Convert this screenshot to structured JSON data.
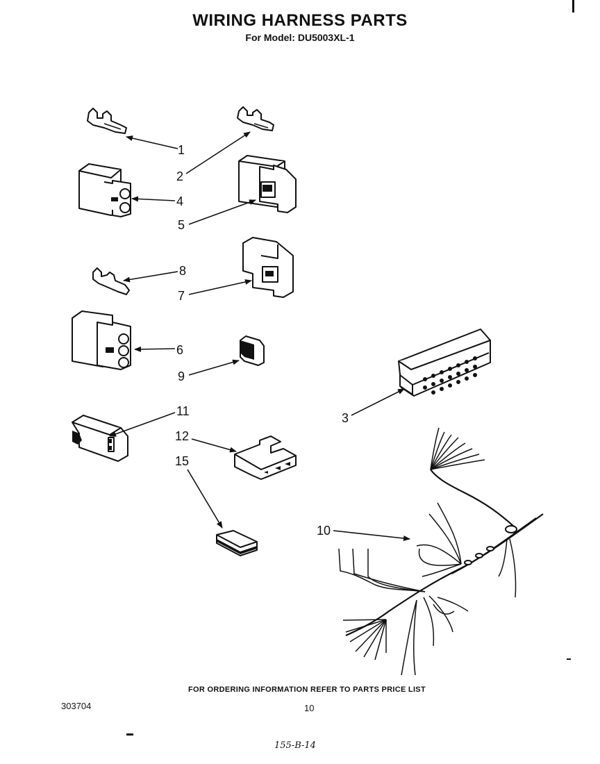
{
  "header": {
    "title": "WIRING HARNESS PARTS",
    "model": "For Model: DU5003XL-1"
  },
  "callouts": {
    "c1": "1",
    "c2": "2",
    "c3": "3",
    "c4": "4",
    "c5": "5",
    "c6": "6",
    "c7": "7",
    "c8": "8",
    "c9": "9",
    "c10": "10",
    "c11": "11",
    "c12": "12",
    "c15": "15"
  },
  "footer": {
    "ordering_note": "FOR ORDERING INFORMATION REFER TO PARTS PRICE LIST",
    "doc_number": "303704",
    "page_number": "10",
    "handwritten_code": "155-B-14"
  }
}
